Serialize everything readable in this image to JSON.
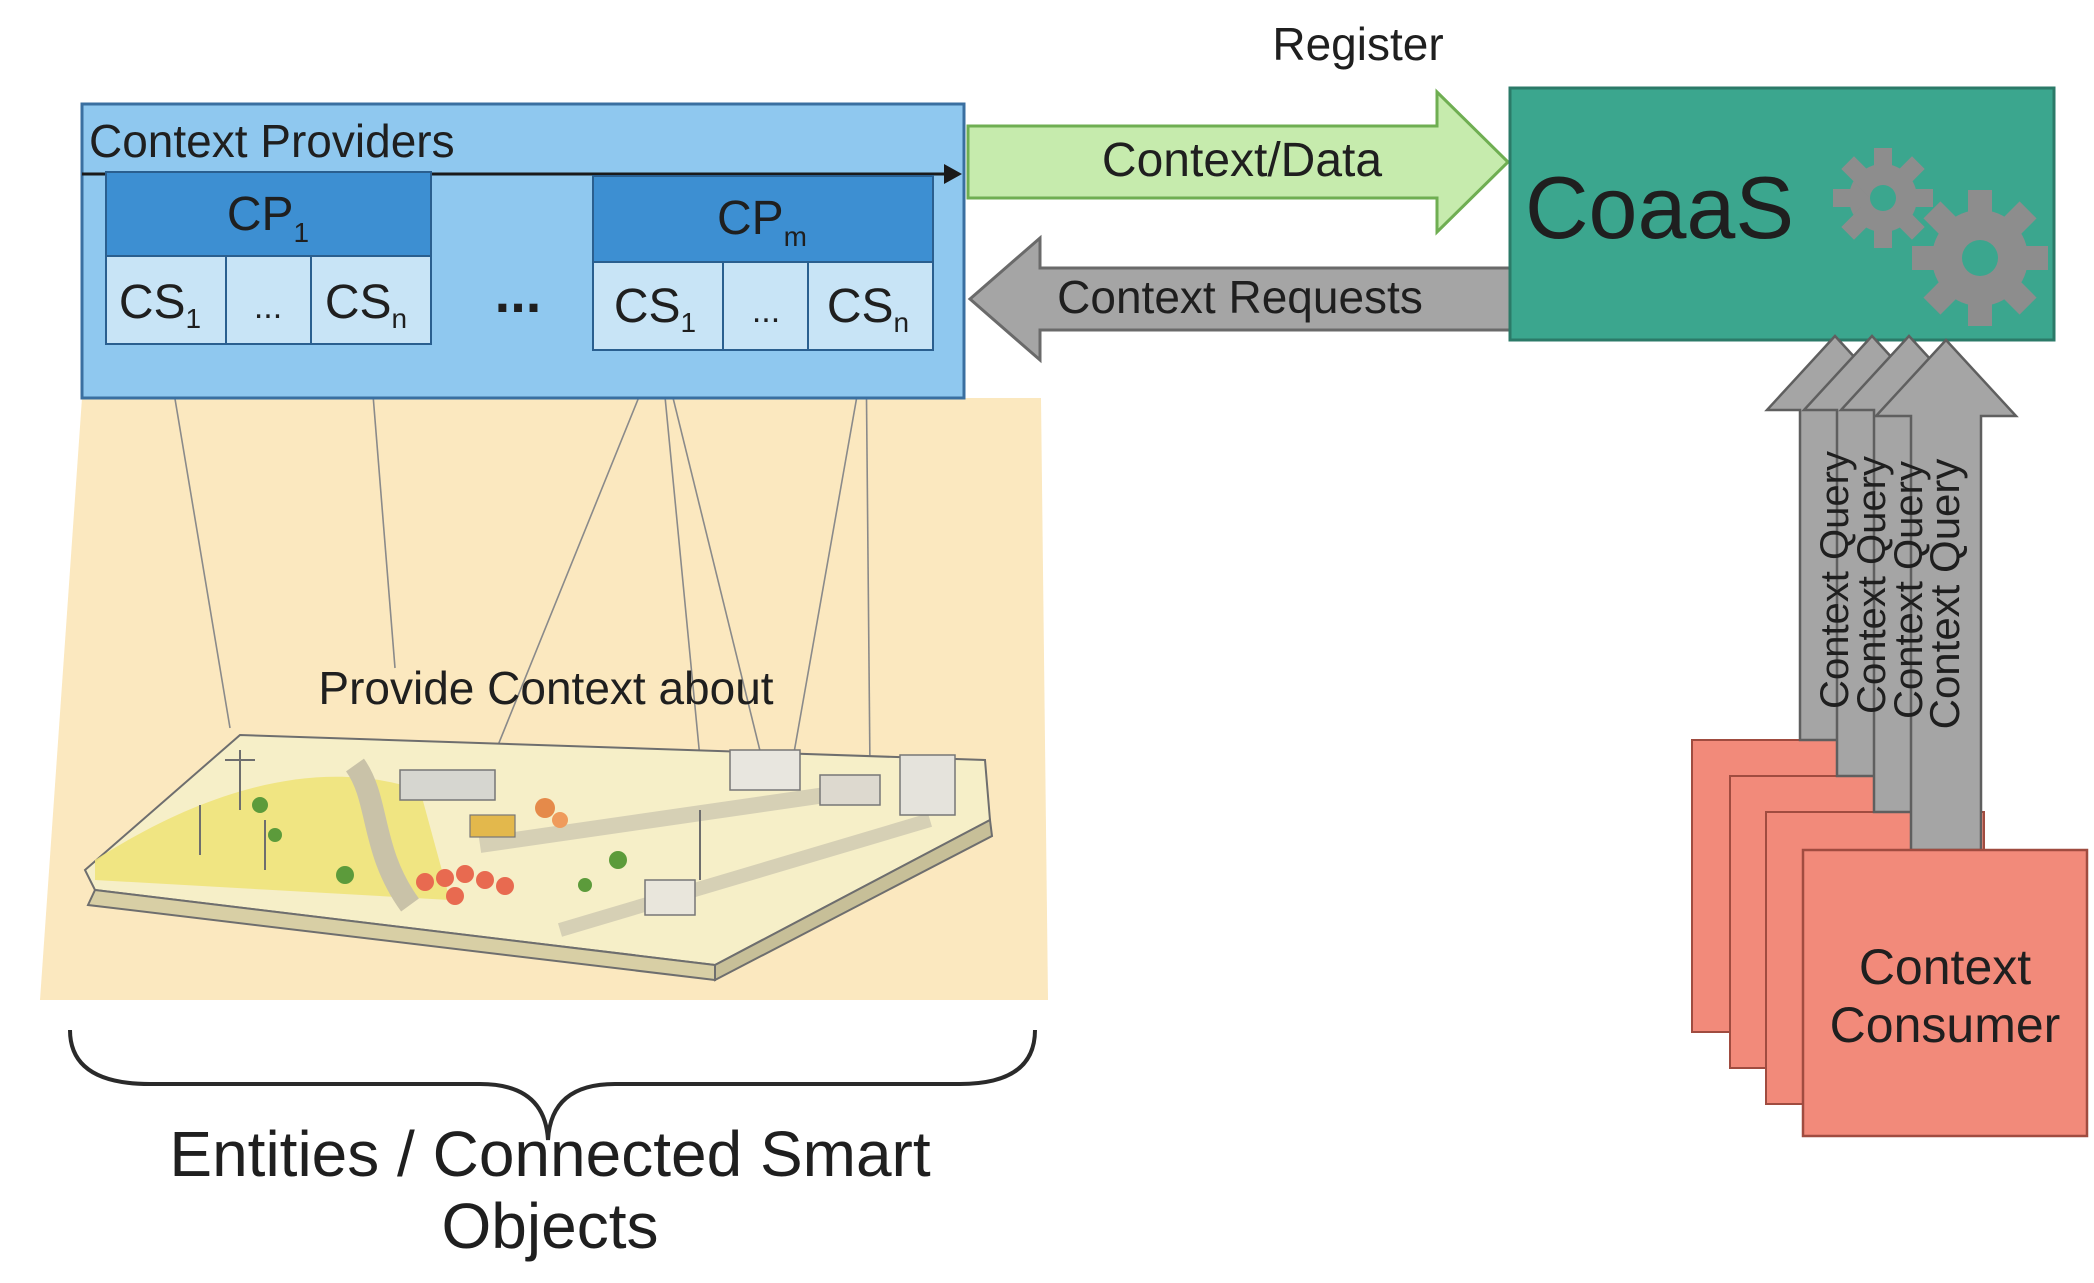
{
  "providers": {
    "title": "Context Providers",
    "ellipsis": "...",
    "cp_first": {
      "label": "CP",
      "sub": "1",
      "cs_first": "CS",
      "cs_first_sub": "1",
      "cs_middle": "...",
      "cs_last": "CS",
      "cs_last_sub": "n"
    },
    "cp_last": {
      "label": "CP",
      "sub": "m",
      "cs_first": "CS",
      "cs_first_sub": "1",
      "cs_middle": "...",
      "cs_last": "CS",
      "cs_last_sub": "n"
    }
  },
  "arrows": {
    "register": "Register",
    "context_data": "Context/Data",
    "context_requests": "Context Requests",
    "context_query": "Context Query"
  },
  "coaas": {
    "title": "CoaaS",
    "gear_icon": "gears-icon"
  },
  "city": {
    "caption": "Provide Context about",
    "icon": "smart-city-illustration"
  },
  "entities": {
    "line1": "Entities / Connected Smart",
    "line2": "Objects"
  },
  "consumers": {
    "line1": "Context",
    "line2": "Consumer",
    "stack_count": 4
  },
  "colors": {
    "providers_bg": "#8fc8ef",
    "cp_header": "#3d8fd2",
    "cs_cell": "#c8e4f6",
    "context_data_arrow": "#c6ebad",
    "requests_arrow": "#a5a5a5",
    "coaas_bg": "#3ba68e",
    "consumer_bg": "#f28a7a",
    "beam": "#fbe8bf"
  }
}
